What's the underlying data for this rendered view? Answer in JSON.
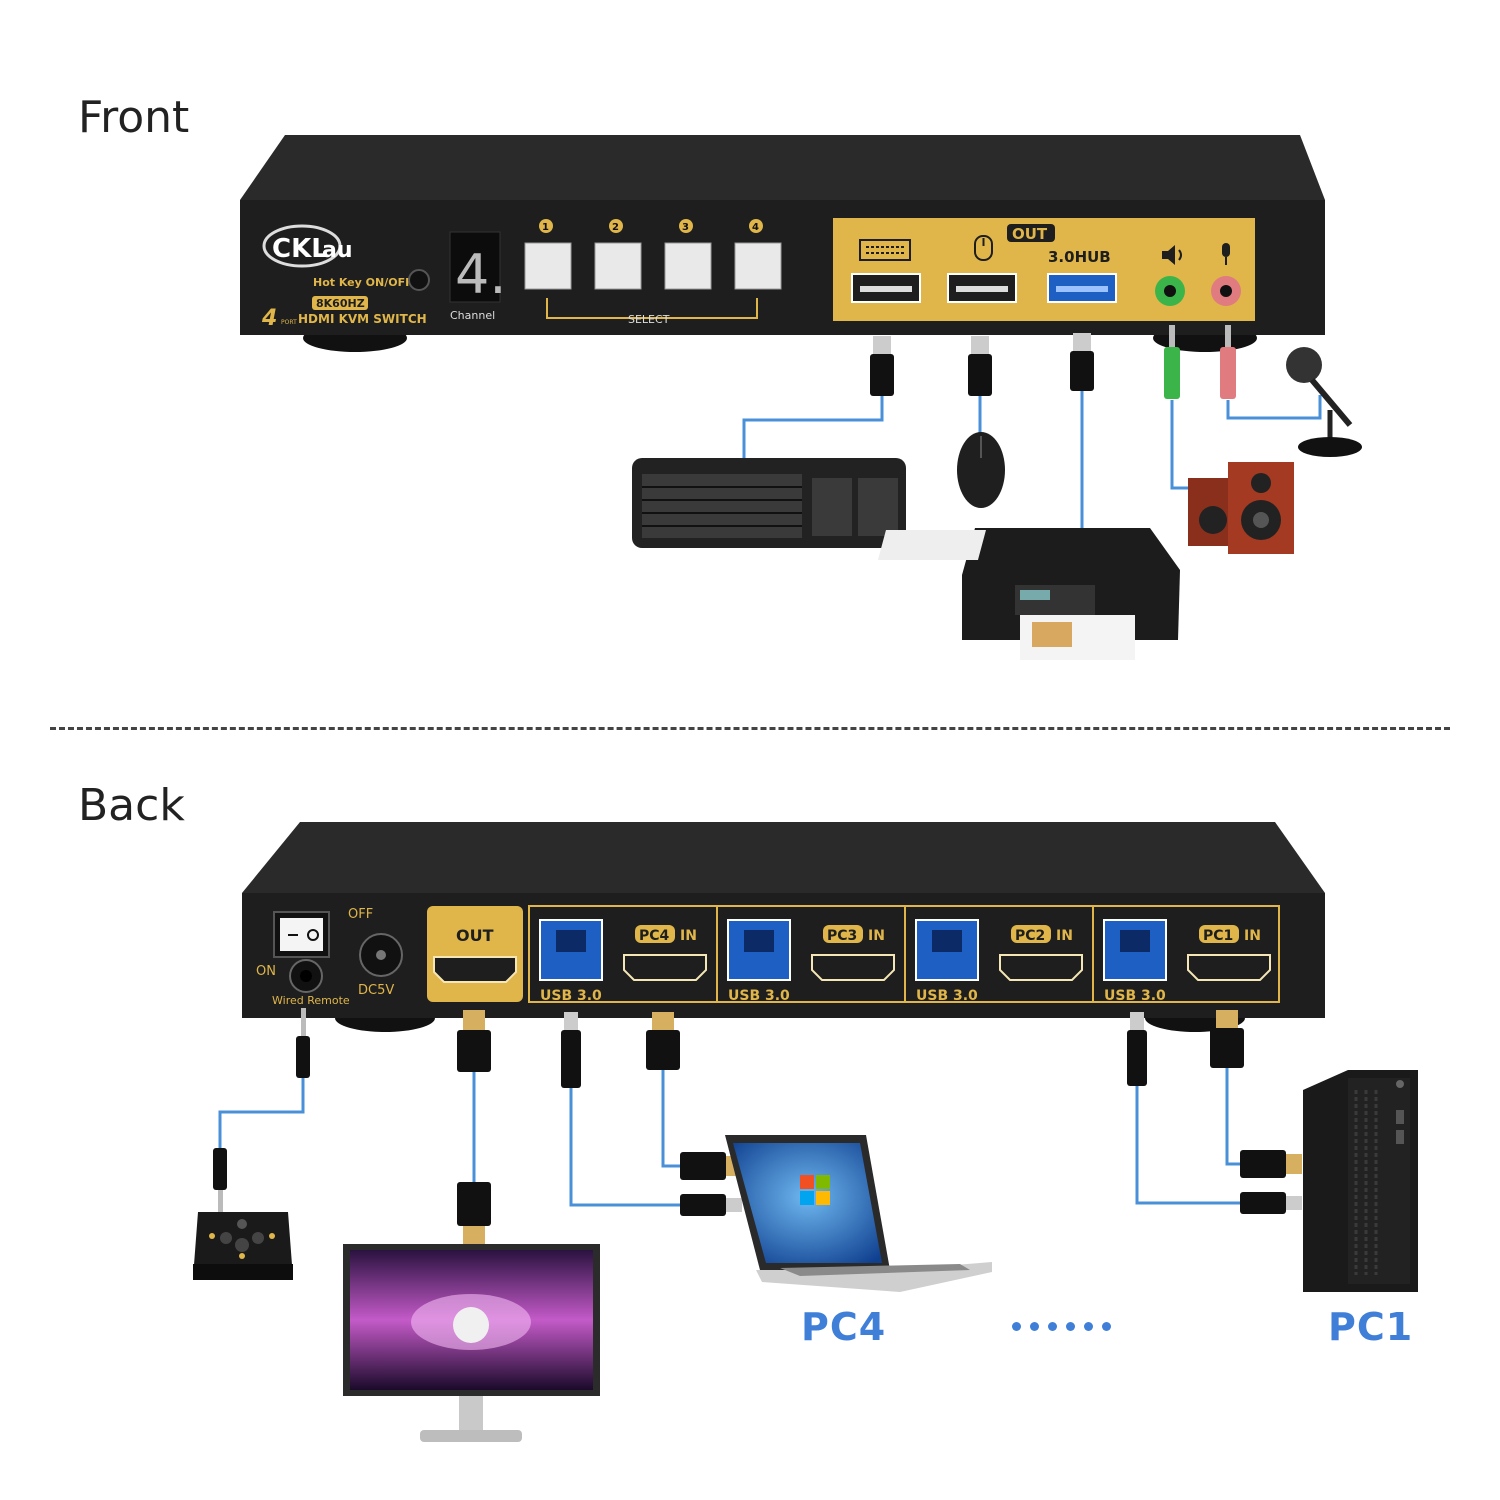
{
  "sections": {
    "front": "Front",
    "back": "Back"
  },
  "front": {
    "brand": "CKLau",
    "brand_ck": "CKL",
    "brand_rest": "au",
    "hotkey": "Hot Key ON/OFF ▸",
    "resolution_badge": "8K60HZ",
    "product_num": "4",
    "product_port": "PORT",
    "product_name": "HDMI KVM SWITCH",
    "channel_display": "4.",
    "channel_label": "Channel",
    "buttons": [
      "1",
      "2",
      "3",
      "4"
    ],
    "select_label": "SELECT",
    "out_badge": "OUT",
    "hub_label": "3.0HUB"
  },
  "back": {
    "off": "OFF",
    "on": "ON",
    "wired_remote": "Wired Remote",
    "dc": "DC5V",
    "out": "OUT",
    "ports": [
      {
        "pc": "PC4",
        "in": "IN",
        "usb": "USB 3.0"
      },
      {
        "pc": "PC3",
        "in": "IN",
        "usb": "USB 3.0"
      },
      {
        "pc": "PC2",
        "in": "IN",
        "usb": "USB 3.0"
      },
      {
        "pc": "PC1",
        "in": "IN",
        "usb": "USB 3.0"
      }
    ]
  },
  "labels": {
    "pc4": "PC4",
    "pc1": "PC1"
  },
  "colors": {
    "gold": "#e0b64a",
    "body": "#1e1e1e",
    "cable": "#4a90d9",
    "usb_blue": "#1e5fc4",
    "label_blue": "#3f7fd8"
  }
}
